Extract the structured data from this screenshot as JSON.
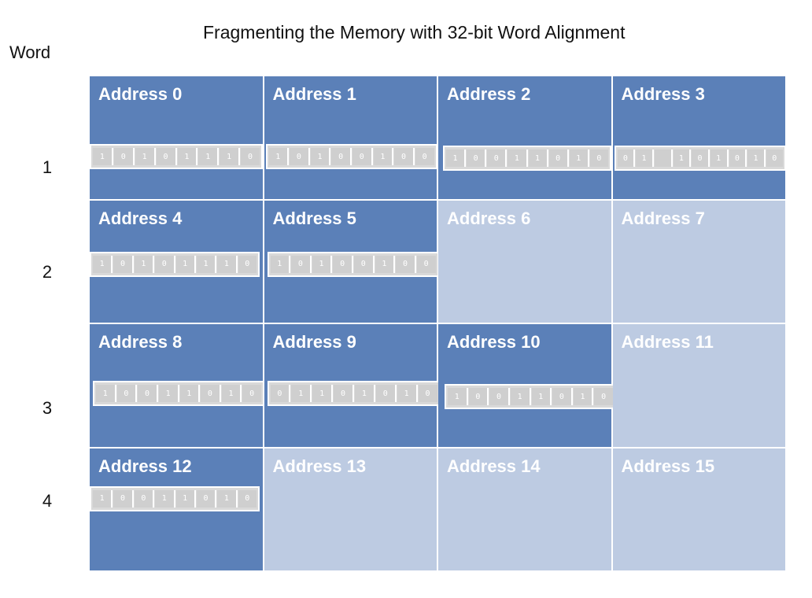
{
  "title": "Fragmenting the Memory with 32-bit Word Alignment",
  "word_header": "Word",
  "words": [
    "1",
    "2",
    "3",
    "4"
  ],
  "colors": {
    "used": "#5b80b8",
    "free": "#bdcbe2",
    "byte_box": "#d9d9d9"
  },
  "cells": [
    {
      "label": "Address 0",
      "state": "used",
      "bits": [
        "1",
        "0",
        "1",
        "0",
        "1",
        "1",
        "1",
        "0"
      ]
    },
    {
      "label": "Address 1",
      "state": "used",
      "bits": [
        "1",
        "0",
        "1",
        "0",
        "0",
        "1",
        "0",
        "0"
      ]
    },
    {
      "label": "Address 2",
      "state": "used",
      "bits": [
        "1",
        "0",
        "0",
        "1",
        "1",
        "0",
        "1",
        "0"
      ]
    },
    {
      "label": "Address 3",
      "state": "used",
      "bits": [
        "0",
        "1",
        "",
        "1",
        "0",
        "1",
        "0",
        "1",
        "0"
      ]
    },
    {
      "label": "Address 4",
      "state": "used",
      "bits": [
        "1",
        "0",
        "1",
        "0",
        "1",
        "1",
        "1",
        "0"
      ]
    },
    {
      "label": "Address 5",
      "state": "used",
      "bits": [
        "1",
        "0",
        "1",
        "0",
        "0",
        "1",
        "0",
        "0"
      ]
    },
    {
      "label": "Address 6",
      "state": "free",
      "bits": []
    },
    {
      "label": "Address 7",
      "state": "free",
      "bits": []
    },
    {
      "label": "Address 8",
      "state": "used",
      "bits": [
        "1",
        "0",
        "0",
        "1",
        "1",
        "0",
        "1",
        "0"
      ]
    },
    {
      "label": "Address 9",
      "state": "used",
      "bits": [
        "0",
        "1",
        "1",
        "0",
        "1",
        "0",
        "1",
        "0"
      ]
    },
    {
      "label": "Address 10",
      "state": "used",
      "bits": [
        "1",
        "0",
        "0",
        "1",
        "1",
        "0",
        "1",
        "0"
      ]
    },
    {
      "label": "Address 11",
      "state": "free",
      "bits": []
    },
    {
      "label": "Address 12",
      "state": "used",
      "bits": [
        "1",
        "0",
        "0",
        "1",
        "1",
        "0",
        "1",
        "0"
      ]
    },
    {
      "label": "Address 13",
      "state": "free",
      "bits": []
    },
    {
      "label": "Address 14",
      "state": "free",
      "bits": []
    },
    {
      "label": "Address 15",
      "state": "free",
      "bits": []
    }
  ]
}
